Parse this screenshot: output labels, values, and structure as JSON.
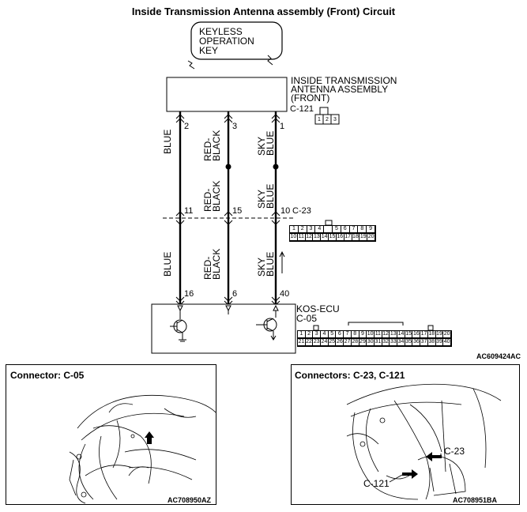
{
  "title": "Inside Transmission Antenna assembly (Front) Circuit",
  "key_box": {
    "line1": "KEYLESS",
    "line2": "OPERATION",
    "line3": "KEY"
  },
  "antenna": {
    "line1": "INSIDE TRANSMISSION",
    "line2": "ANTENNA ASSEMBLY",
    "line3": "(FRONT)",
    "connector": "C-121",
    "pins": [
      "1",
      "2",
      "3"
    ]
  },
  "wires": {
    "w1": {
      "pin_top": "2",
      "pin_mid": "11",
      "pin_bot": "16",
      "color_top": "BLUE",
      "color_bot": "BLUE"
    },
    "w2": {
      "pin_top": "3",
      "pin_mid": "15",
      "pin_bot": "6",
      "color_top": "RED-BLACK",
      "color_mid": "RED-BLACK",
      "color_bot": "RED-BLACK"
    },
    "w3": {
      "pin_top": "1",
      "pin_mid": "10",
      "pin_bot": "40",
      "color_top": "SKY BLUE",
      "color_mid": "SKY BLUE",
      "color_bot": "SKY BLUE"
    }
  },
  "c23_label": "C-23",
  "c23_pins_row1": [
    "1",
    "2",
    "3",
    "4",
    "",
    "5",
    "6",
    "7",
    "8",
    "9"
  ],
  "c23_pins_row2": [
    "10",
    "11",
    "12",
    "13",
    "14",
    "15",
    "16",
    "17",
    "18",
    "19",
    "20"
  ],
  "ecu": {
    "name": "KOS-ECU",
    "connector": "C-05"
  },
  "c05_pins_row1": [
    "1",
    "2",
    "3",
    "4",
    "5",
    "6",
    "7",
    "8",
    "9",
    "10",
    "11",
    "12",
    "13",
    "14",
    "15",
    "16",
    "17",
    "18",
    "19",
    "20"
  ],
  "c05_pins_row2": [
    "21",
    "22",
    "23",
    "24",
    "25",
    "26",
    "27",
    "28",
    "29",
    "30",
    "31",
    "32",
    "33",
    "34",
    "35",
    "36",
    "37",
    "38",
    "39",
    "40"
  ],
  "figure_code_main": "AC609424AC",
  "panel_left": {
    "title": "Connector: C-05",
    "code": "AC708950AZ"
  },
  "panel_right": {
    "title": "Connectors: C-23, C-121",
    "code": "AC708951BA",
    "callout_c23": "C-23",
    "callout_c121": "C-121"
  }
}
